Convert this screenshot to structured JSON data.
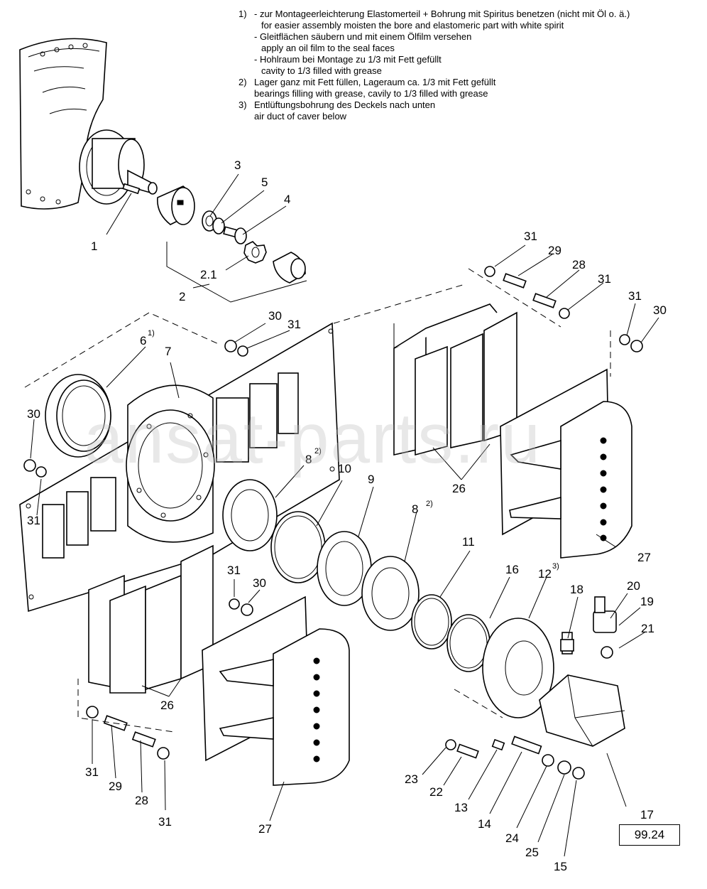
{
  "notes": [
    {
      "num": "1)",
      "lines": [
        "- zur Montageerleichterung Elastomerteil + Bohrung mit Spiritus benetzen (nicht mit Öl o. ä.)",
        "for easier assembly moisten the bore and elastomeric part with white spirit",
        "- Gleitflächen säubern und mit einem Ölfilm versehen",
        "apply an oil film to the seal faces",
        "- Hohlraum bei Montage zu 1/3 mit Fett gefüllt",
        "cavity to 1/3 filled with grease"
      ]
    },
    {
      "num": "2)",
      "lines": [
        "Lager ganz mit Fett füllen, Lageraum ca. 1/3 mit  Fett gefüllt",
        "bearings filling with grease, cavily to 1/3 filled with grease"
      ]
    },
    {
      "num": "3)",
      "lines": [
        "Entlüftungsbohrung des Deckels nach unten",
        "air duct of caver below"
      ]
    }
  ],
  "callouts": {
    "c1": "1",
    "c2": "2",
    "c2_1": "2.1",
    "c3": "3",
    "c4": "4",
    "c5": "5",
    "c6": "6",
    "c6_sup": "1)",
    "c7": "7",
    "c8a": "8",
    "c8a_sup": "2)",
    "c8b": "8",
    "c8b_sup": "2)",
    "c9": "9",
    "c10": "10",
    "c11": "11",
    "c12": "12",
    "c12_sup": "3)",
    "c13": "13",
    "c14": "14",
    "c15": "15",
    "c16": "16",
    "c17": "17",
    "c18": "18",
    "c19": "19",
    "c20": "20",
    "c21": "21",
    "c22": "22",
    "c23": "23",
    "c24": "24",
    "c25": "25",
    "c26a": "26",
    "c26b": "26",
    "c27a": "27",
    "c27b": "27",
    "c28a": "28",
    "c28b": "28",
    "c29a": "29",
    "c29b": "29",
    "c30a": "30",
    "c30b": "30",
    "c30c": "30",
    "c30d": "30",
    "c31a": "31",
    "c31b": "31",
    "c31c": "31",
    "c31d": "31",
    "c31e": "31",
    "c31f": "31",
    "c31g": "31",
    "c31h": "31"
  },
  "reference": "99.24",
  "watermark": "ansat-parts.ru"
}
